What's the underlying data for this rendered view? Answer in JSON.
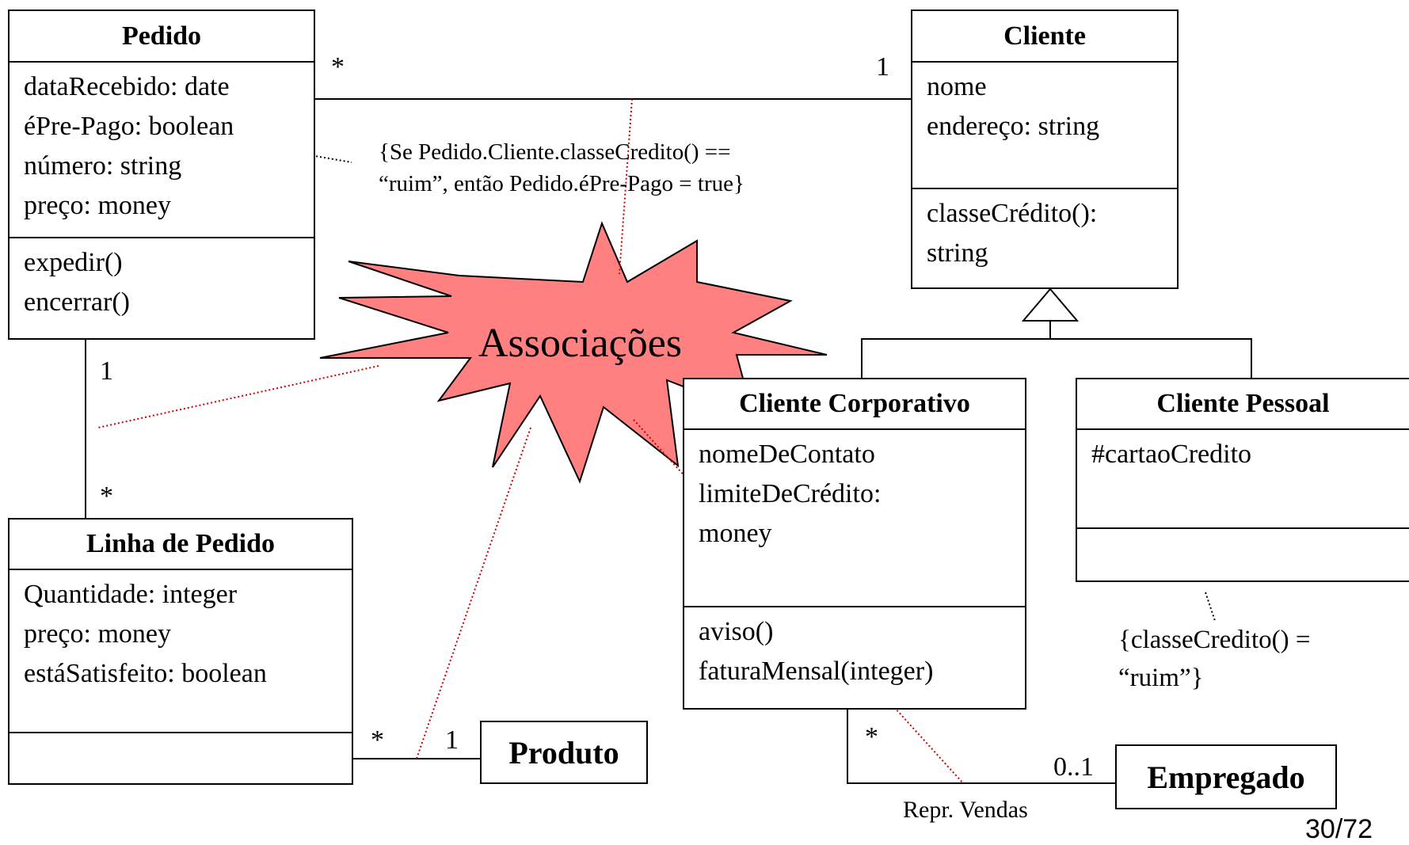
{
  "classes": {
    "pedido": {
      "name": "Pedido",
      "attributes": [
        "dataRecebido: date",
        "éPre-Pago: boolean",
        "número: string",
        "preço: money"
      ],
      "operations": [
        "expedir()",
        "encerrar()"
      ]
    },
    "cliente": {
      "name": "Cliente",
      "attributes": [
        "nome",
        "endereço: string"
      ],
      "operations": [
        "classeCrédito():",
        "string"
      ]
    },
    "cliente_corporativo": {
      "name": "Cliente Corporativo",
      "attributes": [
        "nomeDeContato",
        "limiteDeCrédito:",
        "money"
      ],
      "operations": [
        "aviso()",
        "faturaMensal(integer)"
      ]
    },
    "cliente_pessoal": {
      "name": "Cliente Pessoal",
      "attributes": [
        "#cartaoCredito"
      ],
      "operations": []
    },
    "linha_de_pedido": {
      "name": "Linha de Pedido",
      "attributes": [
        "Quantidade: integer",
        "preço: money",
        "estáSatisfeito: boolean"
      ],
      "operations": []
    },
    "produto": {
      "name": "Produto"
    },
    "empregado": {
      "name": "Empregado"
    }
  },
  "multiplicities": {
    "pedido_cliente_pedido_end": "*",
    "pedido_cliente_cliente_end": "1",
    "pedido_linha_pedido_end": "1",
    "pedido_linha_linha_end": "*",
    "linha_produto_linha_end": "*",
    "linha_produto_produto_end": "1",
    "corp_empregado_corp_end": "*",
    "corp_empregado_empregado_end": "0..1"
  },
  "role_labels": {
    "repr_vendas": "Repr. Vendas"
  },
  "constraints": {
    "pedido_constraint_line1": "{Se Pedido.Cliente.classeCredito() ==",
    "pedido_constraint_line2": "“ruim”, então Pedido.éPre-Pago = true}",
    "pessoal_constraint_line1": "{classeCredito() =",
    "pessoal_constraint_line2": "“ruim”}"
  },
  "callout": {
    "text": "Associações",
    "fill_color": "#ff8080",
    "pointer_color": "#cc0000"
  },
  "page_number": "30/72"
}
